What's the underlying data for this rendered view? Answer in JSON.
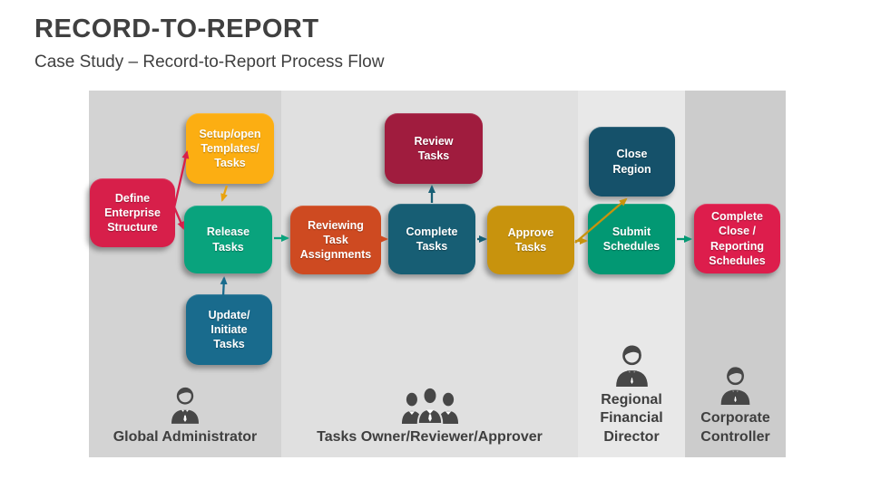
{
  "page": {
    "title": "RECORD-TO-REPORT",
    "subtitle": "Case Study – Record-to-Report Process Flow"
  },
  "colors": {
    "title_text": "#404040",
    "label_text": "#3f3f3f",
    "icon": "#474747",
    "crimson": "#d71f4a",
    "crimson_bright": "#dd1d4c",
    "gold": "#fcae12",
    "gold_dark": "#c8930d",
    "gold_arrow": "#e9a30f",
    "green": "#09a37d",
    "green_dark": "#029873",
    "rust": "#ce4a21",
    "teal_blue": "#196b8d",
    "teal_dark": "#175e74",
    "maroon": "#a01c3e",
    "navy": "#15516a"
  },
  "lanes": [
    {
      "name": "global-administrator",
      "label": "Global Administrator",
      "icon": "person-icon",
      "bg": "#d3d3d3"
    },
    {
      "name": "tasks-owner-reviewer-approver",
      "label": "Tasks Owner/Reviewer/Approver",
      "icon": "people-icon",
      "bg": "#e0e0e0"
    },
    {
      "name": "regional-financial-director",
      "label": "Regional\nFinancial\nDirector",
      "icon": "person-icon",
      "bg": "#e8e8e8"
    },
    {
      "name": "corporate-controller",
      "label": "Corporate\nController",
      "icon": "person-icon",
      "bg": "#cccccc"
    }
  ],
  "boxes": [
    {
      "name": "define-enterprise-structure",
      "label": "Define\nEnterprise\nStructure",
      "color": "#d71f4a"
    },
    {
      "name": "setup-open-templates-tasks",
      "label": "Setup/open\nTemplates/\nTasks",
      "color": "#fcae12"
    },
    {
      "name": "release-tasks",
      "label": "Release\nTasks",
      "color": "#09a37d"
    },
    {
      "name": "update-initiate-tasks",
      "label": "Update/\nInitiate\nTasks",
      "color": "#196b8d"
    },
    {
      "name": "reviewing-task-assignments",
      "label": "Reviewing\nTask\nAssignments",
      "color": "#ce4a21"
    },
    {
      "name": "complete-tasks",
      "label": "Complete\nTasks",
      "color": "#175e74"
    },
    {
      "name": "review-tasks",
      "label": "Review\nTasks",
      "color": "#a01c3e"
    },
    {
      "name": "approve-tasks",
      "label": "Approve\nTasks",
      "color": "#c8930d"
    },
    {
      "name": "close-region",
      "label": "Close\nRegion",
      "color": "#15516a"
    },
    {
      "name": "submit-schedules",
      "label": "Submit\nSchedules",
      "color": "#029873"
    },
    {
      "name": "complete-close-reporting-schedules",
      "label": "Complete\nClose /\nReporting\nSchedules",
      "color": "#dd1d4c"
    }
  ]
}
